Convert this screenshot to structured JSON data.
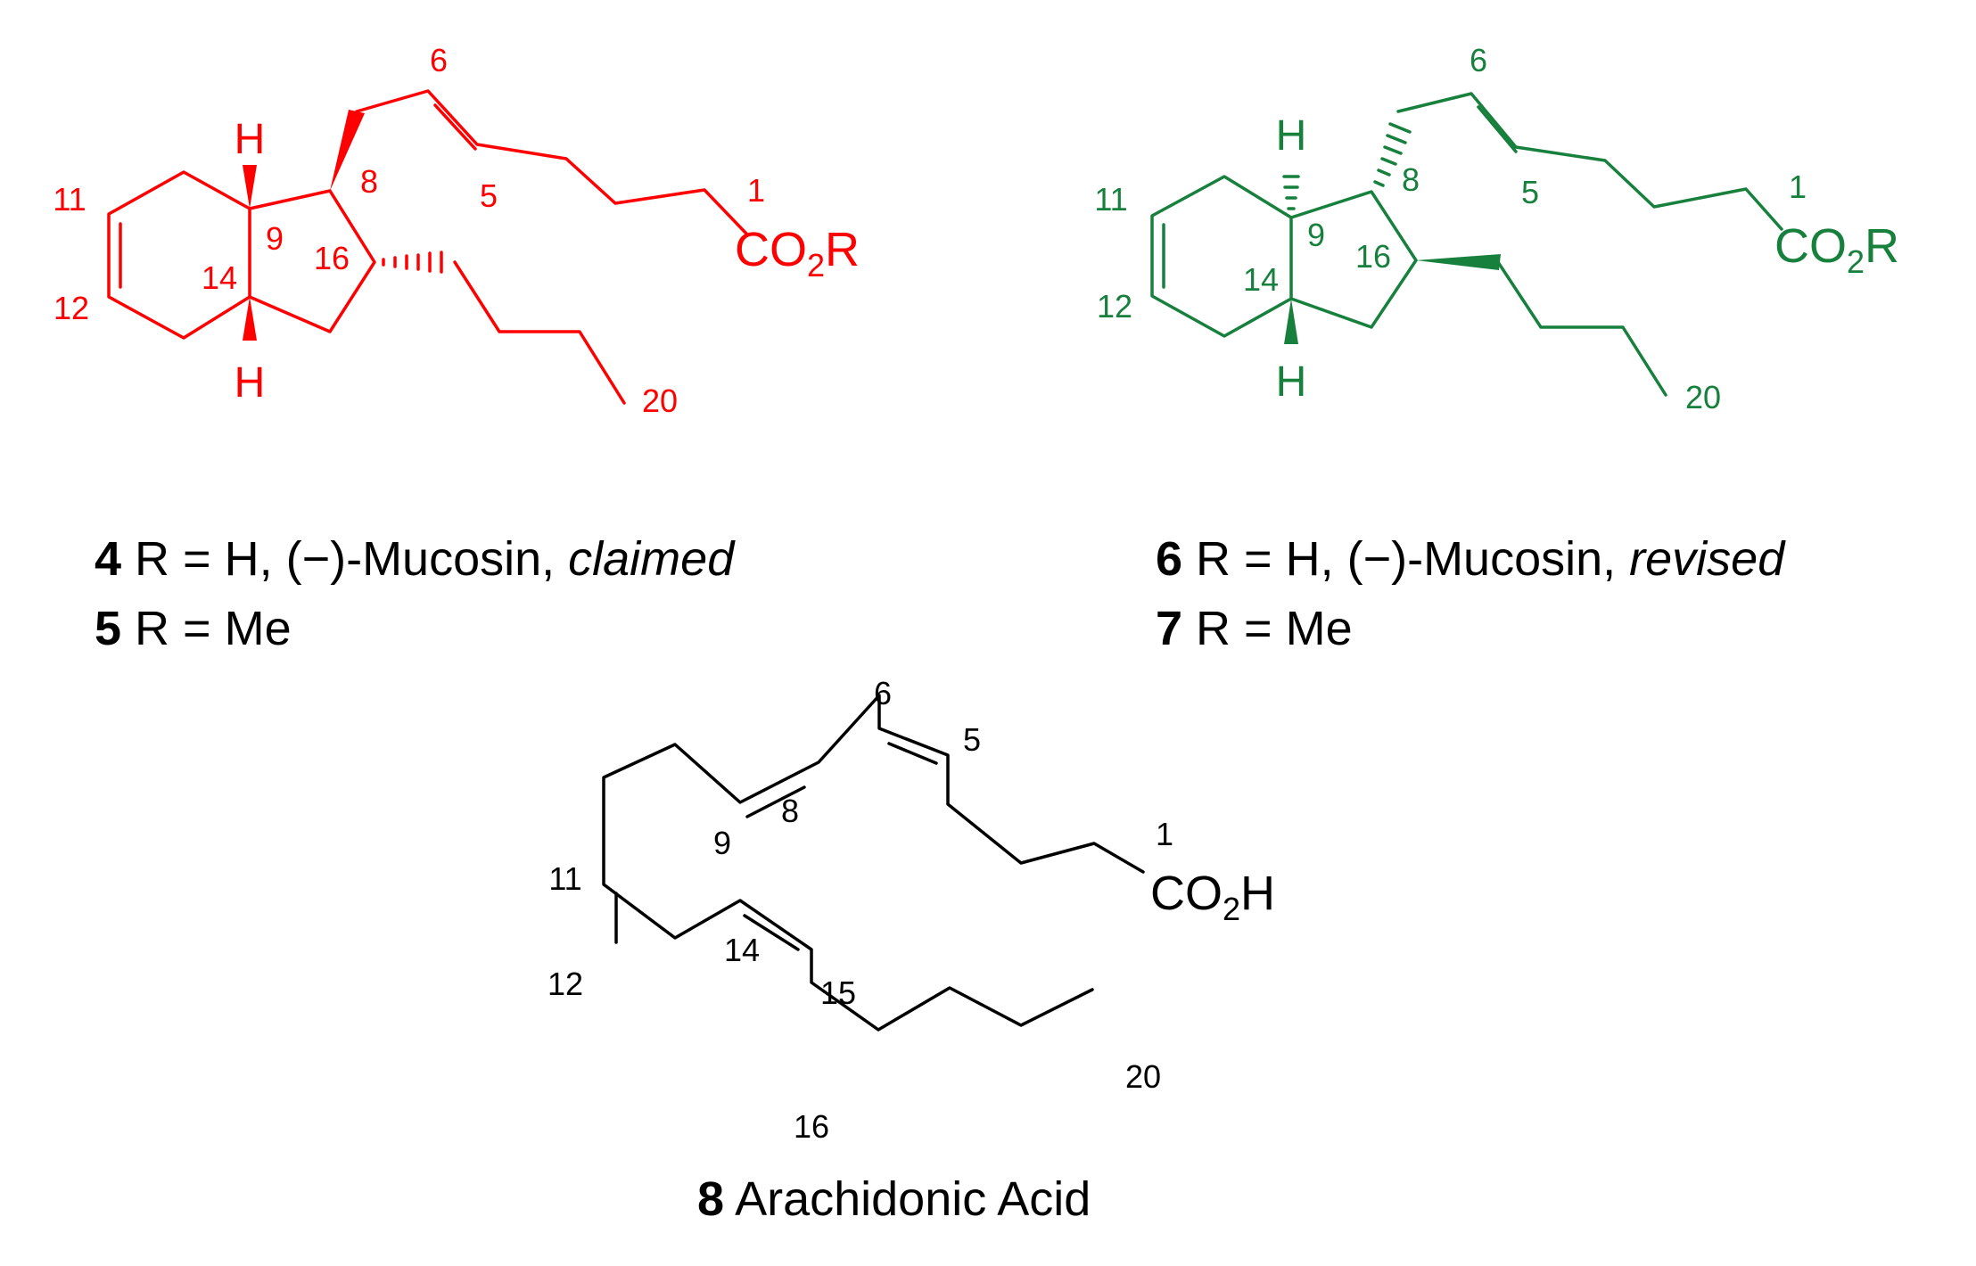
{
  "colors": {
    "claimed": "#ff0000",
    "revised": "#17803d",
    "arachidonic": "#000000"
  },
  "structures": {
    "claimed": {
      "atoms": {
        "n6": "6",
        "n8": "8",
        "n5": "5",
        "n1": "1",
        "n11": "11",
        "n9": "9",
        "n16": "16",
        "n12": "12",
        "n14": "14",
        "n20": "20",
        "h_top": "H",
        "h_bottom": "H"
      },
      "ester": {
        "main": "CO",
        "sub": "2",
        "tail": "R"
      }
    },
    "revised": {
      "atoms": {
        "n6": "6",
        "n8": "8",
        "n5": "5",
        "n1": "1",
        "n11": "11",
        "n9": "9",
        "n16": "16",
        "n12": "12",
        "n14": "14",
        "n20": "20",
        "h_top": "H",
        "h_bottom": "H"
      },
      "ester": {
        "main": "CO",
        "sub": "2",
        "tail": "R"
      }
    },
    "arachidonic": {
      "atoms": {
        "n6": "6",
        "n5": "5",
        "n8": "8",
        "n9": "9",
        "n1": "1",
        "n11": "11",
        "n14": "14",
        "n12": "12",
        "n15": "15",
        "n20": "20",
        "n16": "16"
      },
      "acid": {
        "main": "CO",
        "sub": "2",
        "tail": "H"
      }
    }
  },
  "captions": {
    "c4": {
      "num": "4",
      "text": " R = H, (−)-Mucosin, ",
      "tag": "claimed"
    },
    "c5": {
      "num": "5",
      "text": " R = Me"
    },
    "c6": {
      "num": "6",
      "text": " R = H, (−)-Mucosin, ",
      "tag": "revised"
    },
    "c7": {
      "num": "7",
      "text": " R = Me"
    },
    "c8": {
      "num": "8",
      "text": " Arachidonic Acid"
    }
  }
}
